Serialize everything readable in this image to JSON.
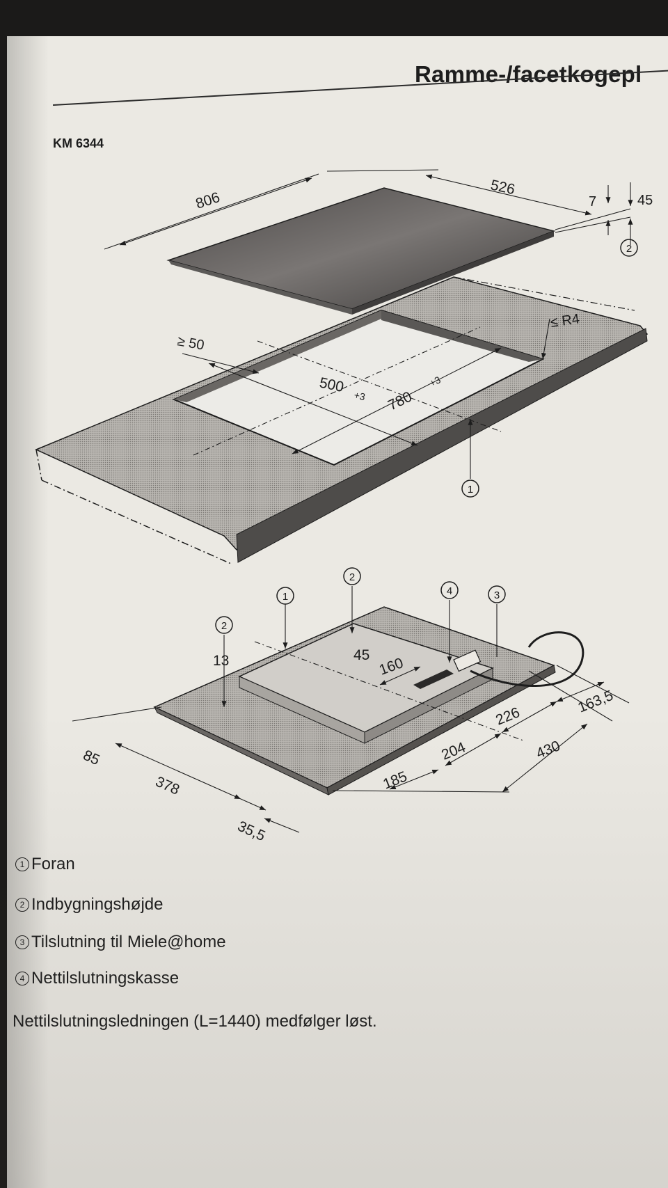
{
  "header": {
    "title": "Ramme-/facetkogepl",
    "model": "KM 6344"
  },
  "upper_dimensions": {
    "width": "806",
    "depth": "526",
    "edge": "7",
    "height": "45",
    "margin": "≥ 50",
    "radius": "≤ R4",
    "cutout_depth": "500",
    "cutout_depth_tol": "+3",
    "cutout_width": "780",
    "cutout_width_tol": "+3"
  },
  "lower_dimensions": {
    "height_13": "13",
    "height_45": "45",
    "d160": "160",
    "d85": "85",
    "d378": "378",
    "d355": "35,5",
    "d185": "185",
    "d204": "204",
    "d226": "226",
    "d430": "430",
    "d1635": "163,5"
  },
  "callouts": {
    "c1": "1",
    "c2": "2",
    "c3": "3",
    "c4": "4"
  },
  "legend": {
    "item1": "Foran",
    "item2": "Indbygningshøjde",
    "item3": "Tilslutning til Miele@home",
    "item4": "Nettilslutningskasse",
    "note": "Nettilslutningsledningen (L=1440) medfølger løst."
  },
  "colors": {
    "paper": "#ebe9e3",
    "ink": "#1d1d1d",
    "hatch": "#8a8784"
  }
}
